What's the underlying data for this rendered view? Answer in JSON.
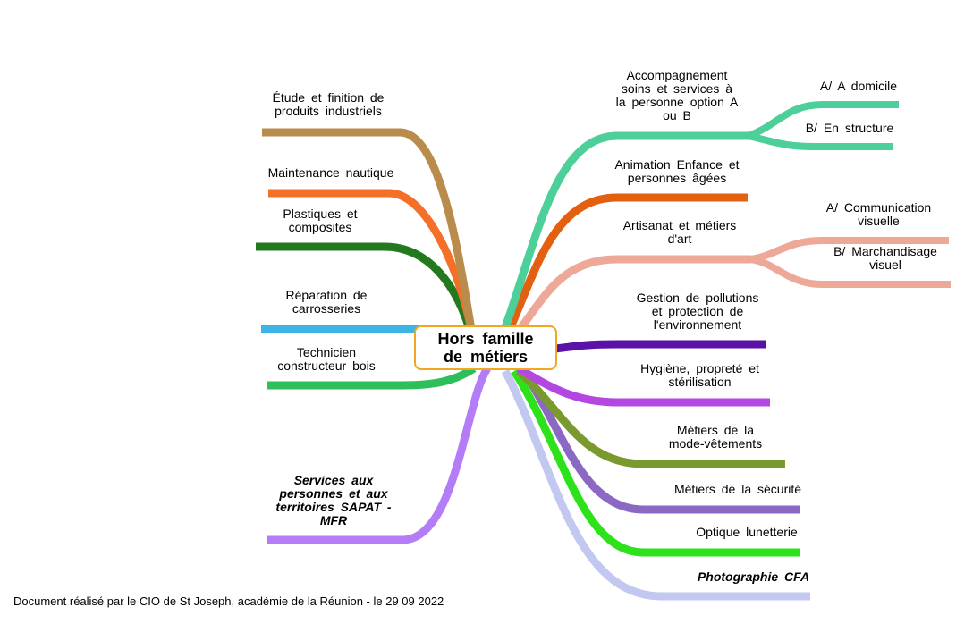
{
  "center": "Hors famille\nde métiers",
  "branches": [
    {
      "id": "etude",
      "label": "Étude et finition de\nproduits industriels",
      "color": "#b98b4c",
      "style": "normal"
    },
    {
      "id": "maintenance",
      "label": "Maintenance nautique",
      "color": "#f47028",
      "style": "normal"
    },
    {
      "id": "plastiques",
      "label": "Plastiques et\ncomposites",
      "color": "#237a1e",
      "style": "normal"
    },
    {
      "id": "reparation",
      "label": "Réparation de\ncarrosseries",
      "color": "#3db4e6",
      "style": "normal"
    },
    {
      "id": "technicien",
      "label": "Technicien\nconstructeur bois",
      "color": "#2ebf5b",
      "style": "normal"
    },
    {
      "id": "services",
      "label": "Services aux\npersonnes et aux\nterritoires SAPAT -\nMFR",
      "color": "#b47cf6",
      "style": "emphasis"
    },
    {
      "id": "accompagnement",
      "label": "Accompagnement\nsoins et services à\nla personne option A\nou B",
      "color": "#4ccf98",
      "style": "normal"
    },
    {
      "id": "domicile",
      "label": "A/ A domicile",
      "color": "#4ccf98",
      "style": "normal"
    },
    {
      "id": "structure",
      "label": "B/ En structure",
      "color": "#4ccf98",
      "style": "normal"
    },
    {
      "id": "animation",
      "label": "Animation Enfance et\npersonnes âgées",
      "color": "#e2600f",
      "style": "normal"
    },
    {
      "id": "artisanat",
      "label": "Artisanat et métiers\nd'art",
      "color": "#eea898",
      "style": "normal"
    },
    {
      "id": "communication",
      "label": "A/ Communication\nvisuelle",
      "color": "#eea898",
      "style": "normal"
    },
    {
      "id": "marchandisage",
      "label": "B/ Marchandisage\nvisuel",
      "color": "#eea898",
      "style": "normal"
    },
    {
      "id": "gestion",
      "label": "Gestion de pollutions\net protection de\nl'environnement",
      "color": "#5a12a6",
      "style": "normal"
    },
    {
      "id": "hygiene",
      "label": "Hygiène, propreté et\nstérilisation",
      "color": "#b446e2",
      "style": "normal"
    },
    {
      "id": "mode",
      "label": "Métiers de la\nmode-vêtements",
      "color": "#7a9a30",
      "style": "normal"
    },
    {
      "id": "securite",
      "label": "Métiers de la sécurité",
      "color": "#8a68c4",
      "style": "normal"
    },
    {
      "id": "optique",
      "label": "Optique lunetterie",
      "color": "#2ee21a",
      "style": "normal"
    },
    {
      "id": "photographie",
      "label": "Photographie CFA",
      "color": "#c2c8f0",
      "style": "emphasis"
    }
  ],
  "center_border_color": "#f0a820",
  "footer": "Document réalisé par le CIO de St Joseph, académie de la Réunion - le 29 09 2022"
}
